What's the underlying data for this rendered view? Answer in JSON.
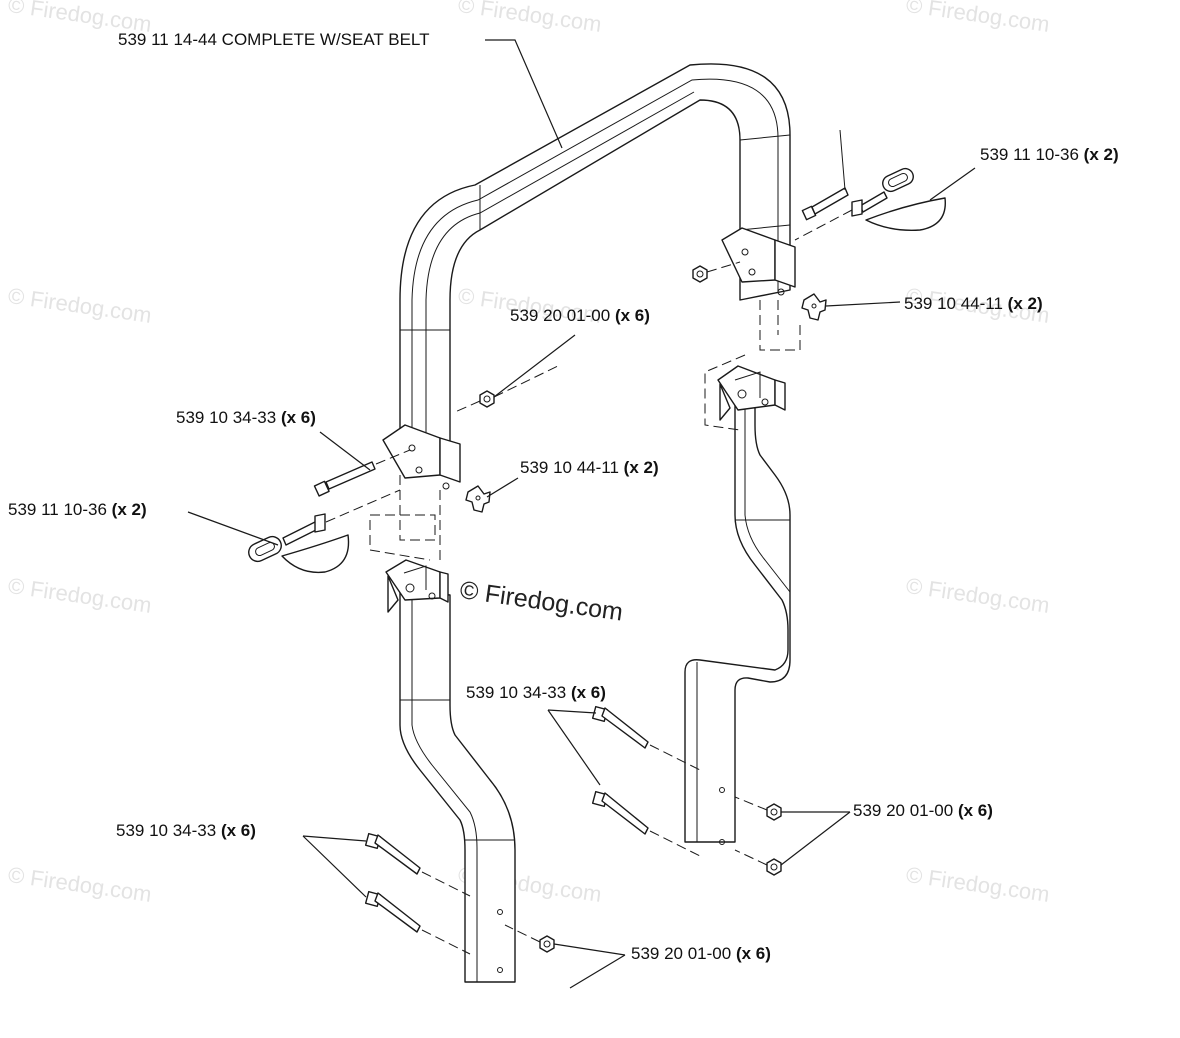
{
  "watermark_text": "© Firedog.com",
  "callouts": [
    {
      "part": "539 11 14-44",
      "desc": "COMPLETE W/SEAT BELT",
      "qty": ""
    },
    {
      "part": "539 11 10-36",
      "desc": "",
      "qty": "(x 2)"
    },
    {
      "part": "539 10 44-11",
      "desc": "",
      "qty": "(x 2)"
    },
    {
      "part": "539 20 01-00",
      "desc": "",
      "qty": "(x 6)"
    },
    {
      "part": "539 10 34-33",
      "desc": "",
      "qty": "(x 6)"
    },
    {
      "part": "539 10 44-11",
      "desc": "",
      "qty": "(x 2)"
    },
    {
      "part": "539 11 10-36",
      "desc": "",
      "qty": "(x 2)"
    },
    {
      "part": "539 10 34-33",
      "desc": "",
      "qty": "(x 6)"
    },
    {
      "part": "539 20 01-00",
      "desc": "",
      "qty": "(x 6)"
    },
    {
      "part": "539 10 34-33",
      "desc": "",
      "qty": "(x 6)"
    },
    {
      "part": "539 20 01-00",
      "desc": "",
      "qty": "(x 6)"
    }
  ]
}
